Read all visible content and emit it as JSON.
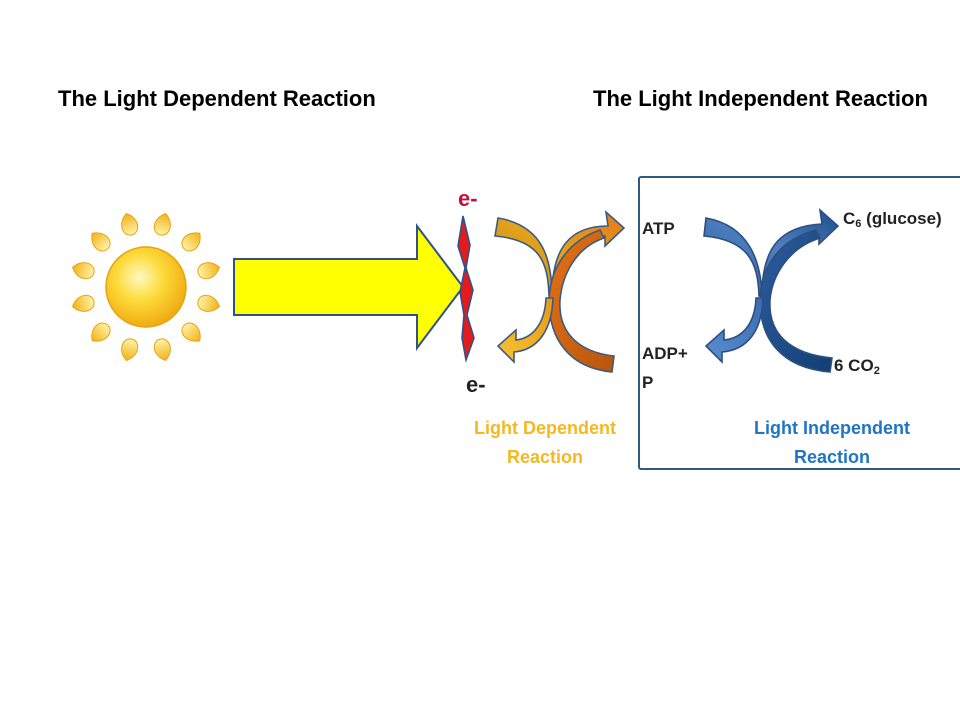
{
  "titles": {
    "left": "The Light Dependent Reaction",
    "right": "The Light Independent Reaction"
  },
  "labels": {
    "electron_top": "e-",
    "electron_bottom": "e-",
    "atp": "ATP",
    "adp_line1": "ADP+",
    "adp_line2": "P",
    "glucose_c": "C",
    "glucose_sub": "6",
    "glucose_rest": " (glucose)",
    "co2_main": "6 CO",
    "co2_sub": "2"
  },
  "captions": {
    "light_dependent_line1": "Light Dependent",
    "light_dependent_line2": "Reaction",
    "light_independent_line1": "Light Independent",
    "light_independent_line2": "Reaction"
  },
  "colors": {
    "light_dependent_caption": "#F5B820",
    "light_independent_caption": "#1F75C4",
    "electron_top": "#C0143C",
    "sun": "#F9C418",
    "arrow_fill": "#FFFF00",
    "panel_border": "#2F5A7E"
  }
}
